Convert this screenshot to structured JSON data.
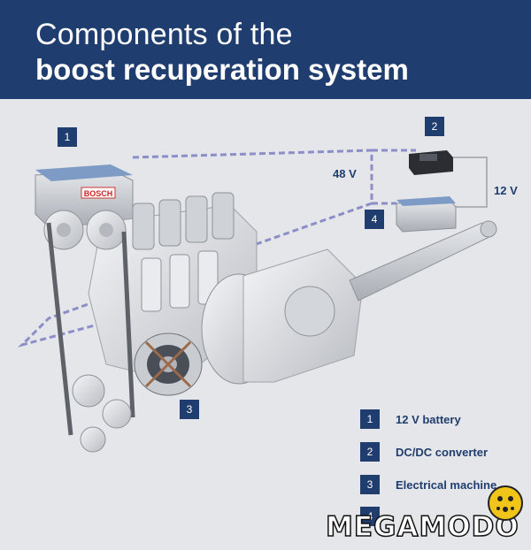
{
  "title": {
    "line1": "Components of the",
    "line2": "boost recuperation system"
  },
  "voltage_labels": {
    "left": "48 V",
    "right": "12 V"
  },
  "callouts": [
    {
      "number": "1"
    },
    {
      "number": "2"
    },
    {
      "number": "3"
    },
    {
      "number": "4"
    }
  ],
  "legend": [
    {
      "number": "1",
      "label": "12 V battery"
    },
    {
      "number": "2",
      "label": "DC/DC converter"
    },
    {
      "number": "3",
      "label": "Electrical machine"
    },
    {
      "number": "4",
      "label": ""
    }
  ],
  "battery_brand": "BOSCH",
  "watermark": "MEGAMODO",
  "colors": {
    "header": "#1f3d6e",
    "background": "#e4e6e9",
    "wire": "#8b8ec8"
  }
}
